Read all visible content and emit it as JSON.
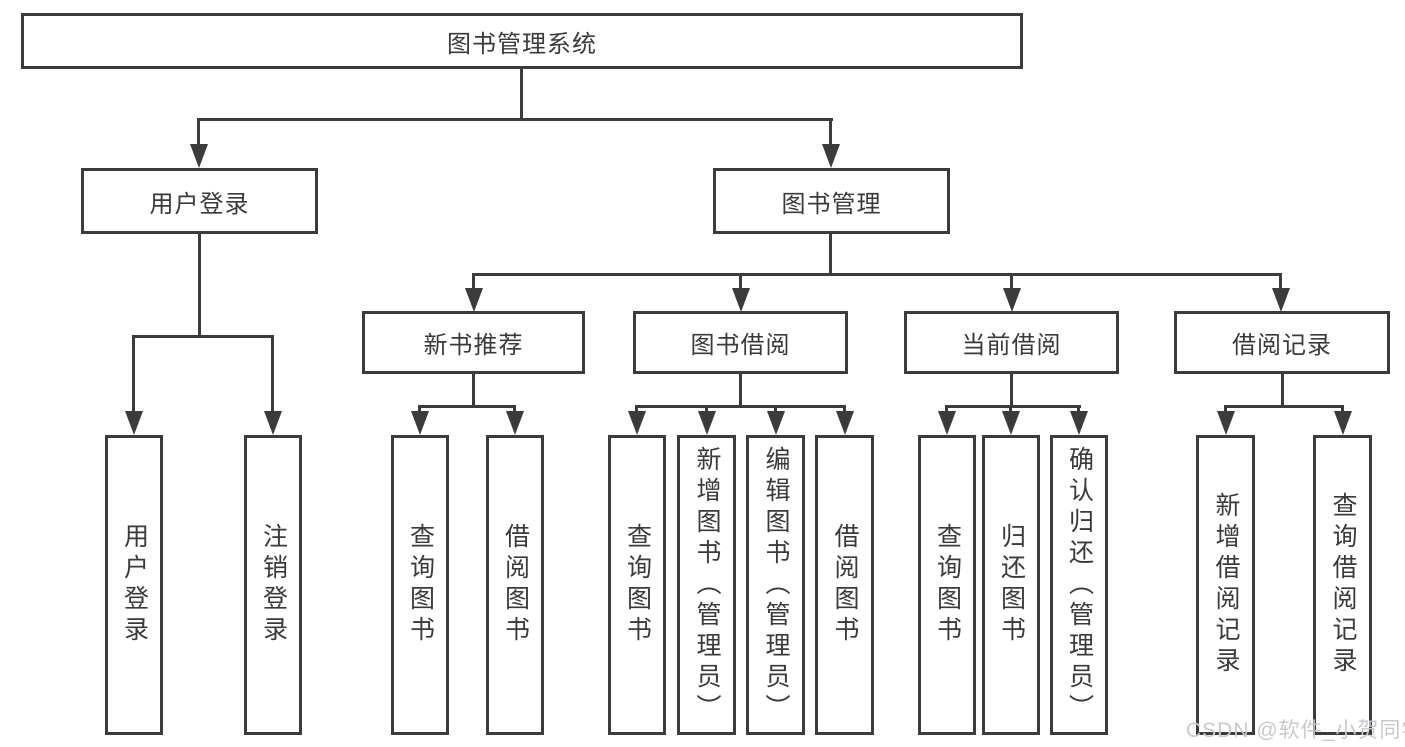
{
  "tree": {
    "root": "图书管理系统",
    "branches": [
      {
        "label": "用户登录",
        "children": [
          "用户登录",
          "注销登录"
        ]
      },
      {
        "label": "图书管理",
        "groups": [
          {
            "label": "新书推荐",
            "children": [
              "查询图书",
              "借阅图书"
            ]
          },
          {
            "label": "图书借阅",
            "children": [
              "查询图书",
              "新增图书（管理员）",
              "编辑图书（管理员）",
              "借阅图书"
            ]
          },
          {
            "label": "当前借阅",
            "children": [
              "查询图书",
              "归还图书",
              "确认归还（管理员）"
            ]
          },
          {
            "label": "借阅记录",
            "children": [
              "新增借阅记录",
              "查询借阅记录"
            ]
          }
        ]
      }
    ]
  },
  "watermark": {
    "text": "CSDN @软件_小贺同学"
  },
  "colors": {
    "line": "#3b3b3b",
    "box_background": "#ffffff",
    "text": "#3a3a3a",
    "watermark": "#c7cacd"
  }
}
